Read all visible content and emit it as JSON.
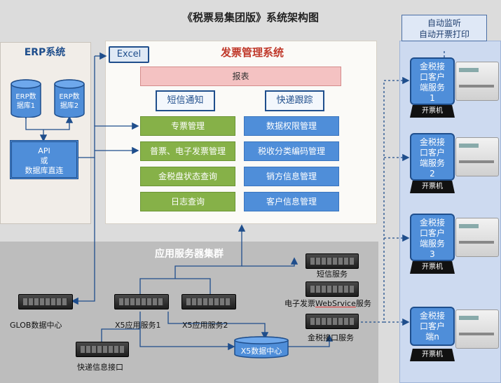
{
  "title": "《税票易集团版》系统架构图",
  "erp": {
    "title": "ERP系统",
    "db1_line1": "ERP数",
    "db1_line2": "据库1",
    "db2_line1": "ERP数",
    "db2_line2": "据库2",
    "api_line1": "API",
    "api_line2": "或",
    "api_line3": "数据库直连"
  },
  "invoice": {
    "title": "发票管理系统",
    "excel": "Excel",
    "report": "报表",
    "sms": "短信通知",
    "express": "快递跟踪",
    "green_items": [
      "专票管理",
      "普票、电子发票管理",
      "金税盘状态查询",
      "日志查询"
    ],
    "blue_items": [
      "数据权限管理",
      "税收分类编码管理",
      "销方信息管理",
      "客户信息管理"
    ]
  },
  "app": {
    "title": "应用服务器集群",
    "glob": "GLOB数据中心",
    "x5_1": "X5应用服务1",
    "x5_2": "X5应用服务2",
    "express_api": "快递信息接口",
    "x5_db": "X5数据中心",
    "sms_service": "短信服务",
    "webservice_prefix": "电子发票",
    "webservice_mid": "WebSrvice",
    "webservice_suffix": "服务",
    "tax_interface": "金税接口服务"
  },
  "right": {
    "monitor_line1": "自动监听",
    "monitor_line2": "自动开票打印",
    "clients": [
      {
        "l1": "金税接",
        "l2": "口客户",
        "l3": "端服务",
        "l4": "1"
      },
      {
        "l1": "金税接",
        "l2": "口客户",
        "l3": "端服务",
        "l4": "2"
      },
      {
        "l1": "金税接",
        "l2": "口客户",
        "l3": "端服务",
        "l4": "3"
      },
      {
        "l1": "金税接",
        "l2": "口客户",
        "l3": "端n",
        "l4": ""
      }
    ],
    "printer_label": "开票机"
  },
  "colors": {
    "accent_blue": "#1f4e8c",
    "title_red": "#c0392b",
    "green": "#86b148",
    "blue": "#4f8ed9"
  }
}
